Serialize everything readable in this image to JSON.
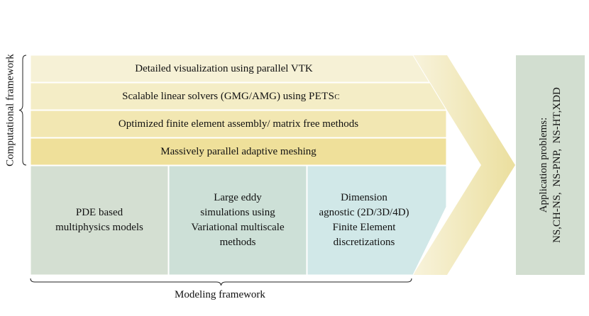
{
  "computational_framework": {
    "label": "Computational framework",
    "layers": [
      {
        "text": "Detailed visualization using parallel VTK",
        "sc_suffix": ""
      },
      {
        "text": "Scalable linear solvers (GMG/AMG) using ",
        "sc_suffix": "PETSc"
      },
      {
        "text": "Optimized finite element assembly/ matrix free methods",
        "sc_suffix": ""
      },
      {
        "text": "Massively parallel adaptive meshing",
        "sc_suffix": ""
      }
    ]
  },
  "modeling_framework": {
    "label": "Modeling framework",
    "boxes": [
      {
        "lines": [
          "PDE based",
          "multiphysics models"
        ]
      },
      {
        "lines": [
          "Large eddy",
          "simulations using",
          "Variational multiscale",
          "methods"
        ]
      },
      {
        "lines": [
          "Dimension",
          "agnostic (2D/3D/4D)",
          "Finite Element",
          "discretizations"
        ]
      }
    ]
  },
  "application": {
    "lines": [
      "Application problems:",
      "NS,CH-NS,  NS-PNP,  NS-HT,XDD"
    ]
  },
  "colors": {
    "layer1": "#f6f1d6",
    "layer2": "#f4edc6",
    "layer3": "#f2e7b2",
    "layer4": "#efe09a",
    "box1": "#d4dfd2",
    "box2": "#cde0d7",
    "box3": "#d1e8e8",
    "arrow": "#ede2a8",
    "app_box": "#d2ded0"
  }
}
